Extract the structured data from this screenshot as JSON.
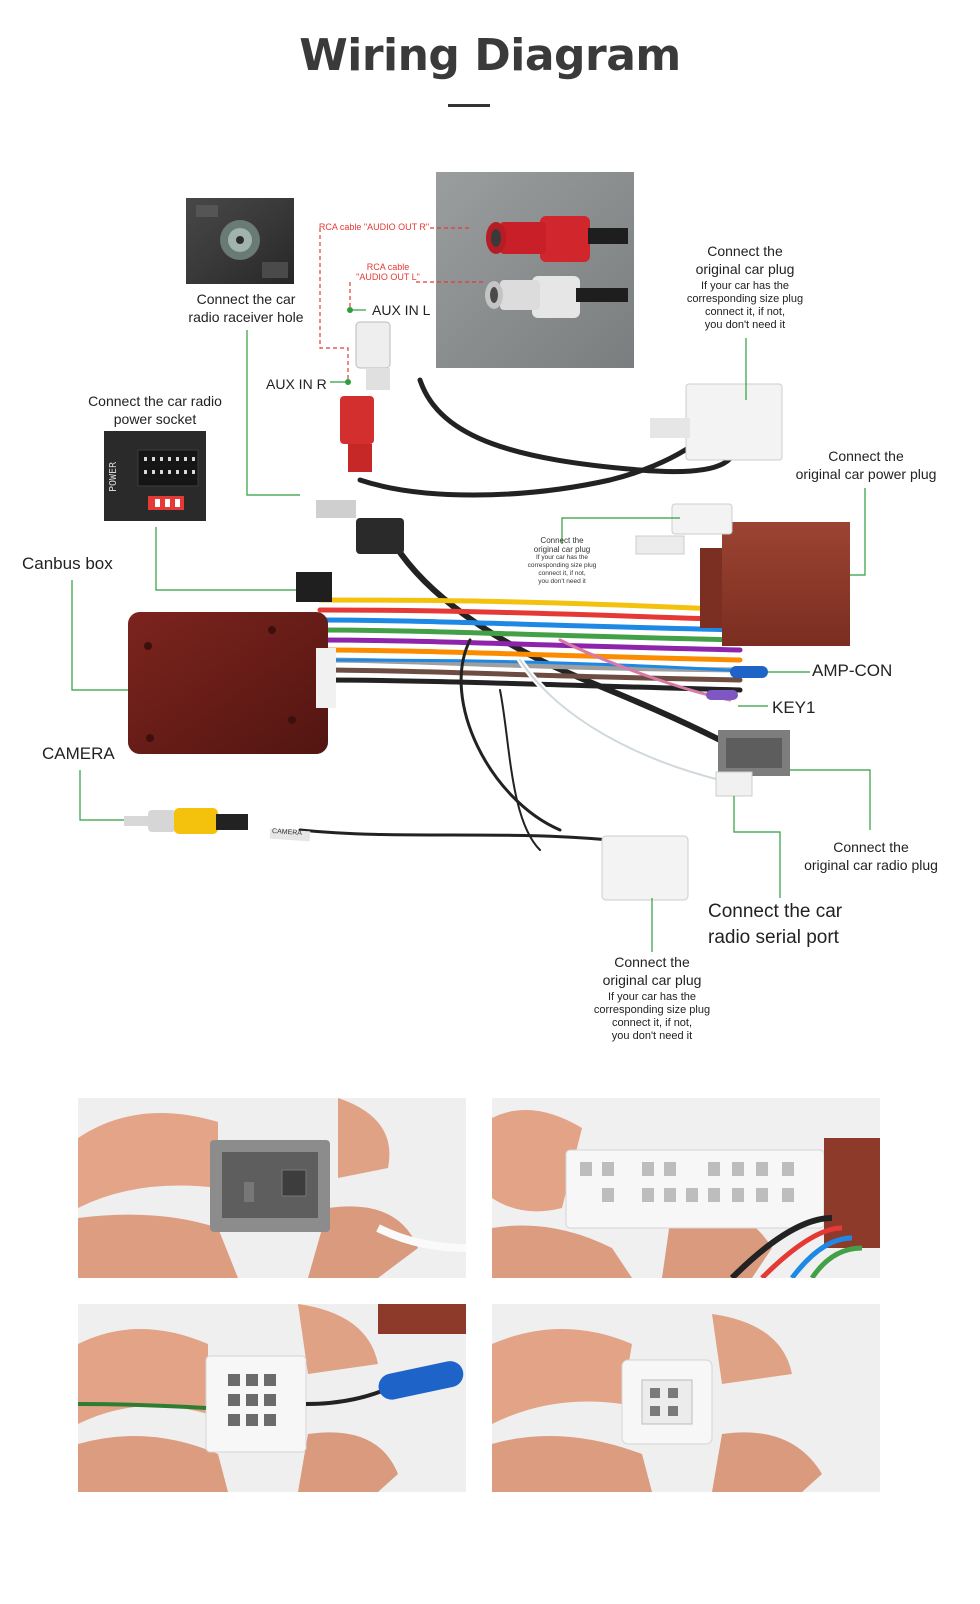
{
  "title": "Wiring Diagram",
  "labels": {
    "connect_radio_hole_1": "Connect the  car",
    "connect_radio_hole_2": "radio raceiver hole",
    "rca_out_r": "RCA cable \"AUDIO OUT R\"",
    "rca_out_l_1": "RCA cable",
    "rca_out_l_2": "\"AUDIO OUT L\"",
    "aux_in_l": "AUX IN L",
    "aux_in_r": "AUX IN R",
    "power_socket_1": "Connect the car radio",
    "power_socket_2": "power socket",
    "power_label": "POWER",
    "orig_plug_top_1": "Connect the",
    "orig_plug_top_2": "original car plug",
    "orig_plug_top_n1": "If your car has the",
    "orig_plug_top_n2": "corresponding size plug",
    "orig_plug_top_n3": "connect it, if not,",
    "orig_plug_top_n4": "you don't need it",
    "power_plug_1": "Connect the",
    "power_plug_2": "original car power plug",
    "small_plug_1": "Connect the",
    "small_plug_2": "original car plug",
    "small_plug_n1": "If your car has the",
    "small_plug_n2": "corresponding size plug",
    "small_plug_n3": "connect it, if not,",
    "small_plug_n4": "you don't need it",
    "canbus_box": "Canbus box",
    "amp_con": "AMP-CON",
    "key1": "KEY1",
    "camera": "CAMERA",
    "radio_plug_1": "Connect the",
    "radio_plug_2": "original car radio plug",
    "serial_port_1": "Connect the car",
    "serial_port_2": "radio  serial port",
    "bottom_plug_1": "Connect the",
    "bottom_plug_2": "original car plug",
    "bottom_plug_n1": "If your car has the",
    "bottom_plug_n2": "corresponding size plug",
    "bottom_plug_n3": "connect it, if not,",
    "bottom_plug_n4": "you don't need it",
    "camera_tag": "CAMERA"
  },
  "colors": {
    "leader_green": "#2e9e3e",
    "rca_dash_red": "#e53935",
    "canbus_box": "#6b1d18",
    "plug_brown": "#8e3a2a"
  }
}
